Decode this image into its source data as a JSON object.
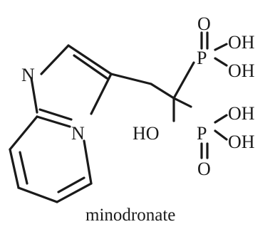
{
  "atoms": {
    "n_top": "N",
    "n_bridge": "N",
    "ho": "HO",
    "p_top": "P",
    "p_bottom": "P",
    "o_top": "O",
    "o_bottom": "O",
    "oh_1": "OH",
    "oh_2": "OH",
    "oh_3": "OH",
    "oh_4": "OH"
  },
  "caption": "minodronate"
}
